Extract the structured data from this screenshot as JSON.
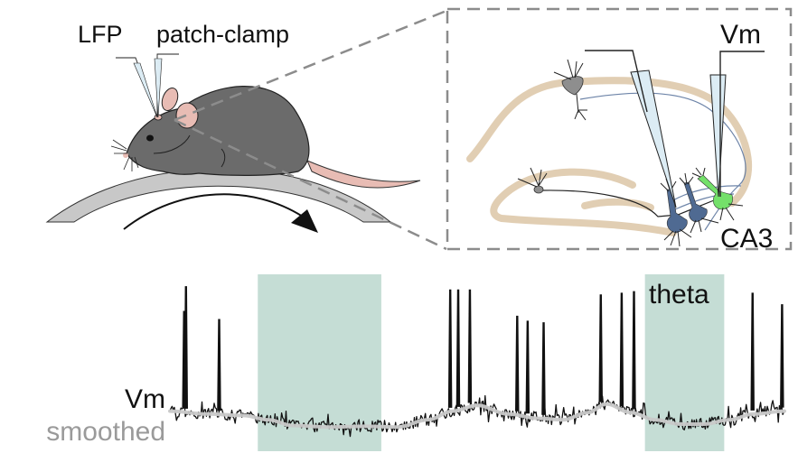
{
  "labels": {
    "lfp": "LFP",
    "patch_clamp": "patch-clamp",
    "vm_inset": "Vm",
    "ca3": "CA3",
    "trace_vm": "Vm",
    "trace_smoothed": "smoothed",
    "theta": "theta"
  },
  "colors": {
    "mouse_body": "#6b6b6b",
    "mouse_pink": "#e8bcb4",
    "wheel": "#c8c8c8",
    "dash": "#8c8c8c",
    "hippocampus": "#dcc6a6",
    "blue_neuron": "#4f6a92",
    "green_neuron": "#74e06a",
    "gray_neuron": "#8e8e8e",
    "pipette_fill": "#dcecf4",
    "axon_blue": "#6d84a8",
    "theta_band": "#c5ddd5",
    "trace": "#111111",
    "smoothed": "#c9c9c9",
    "smoothed_label": "#9a9a9a"
  },
  "chart_data": {
    "type": "line",
    "title": "",
    "xlabel": "",
    "ylabel": "",
    "x_range": [
      0,
      100
    ],
    "y_range": [
      0,
      100
    ],
    "theta_periods": [
      [
        14.3,
        34.4
      ],
      [
        77.3,
        90.2
      ]
    ],
    "smoothed": {
      "x": [
        0,
        6,
        12,
        16,
        20,
        26,
        32,
        37,
        42,
        46,
        50,
        55,
        60,
        64,
        68,
        71,
        75,
        79,
        83,
        87,
        91,
        95,
        100
      ],
      "y": [
        14,
        12,
        11,
        8,
        4,
        3,
        3.5,
        3,
        8,
        14,
        18,
        12,
        9,
        8,
        13,
        19,
        13,
        8,
        5,
        5,
        8,
        12,
        14
      ]
    },
    "spikes": [
      {
        "x": 2.6,
        "height": 88
      },
      {
        "x": 2.3,
        "height": 73
      },
      {
        "x": 8.0,
        "height": 68
      },
      {
        "x": 45.6,
        "height": 86
      },
      {
        "x": 46.9,
        "height": 86
      },
      {
        "x": 48.8,
        "height": 86
      },
      {
        "x": 56.5,
        "height": 70
      },
      {
        "x": 58.2,
        "height": 67
      },
      {
        "x": 60.8,
        "height": 66
      },
      {
        "x": 70.1,
        "height": 83
      },
      {
        "x": 73.5,
        "height": 84
      },
      {
        "x": 75.5,
        "height": 85
      },
      {
        "x": 94.8,
        "height": 84
      },
      {
        "x": 99.6,
        "height": 77
      }
    ],
    "series": [
      {
        "name": "Vm",
        "color": "#111111"
      },
      {
        "name": "smoothed",
        "color": "#c9c9c9"
      }
    ]
  }
}
